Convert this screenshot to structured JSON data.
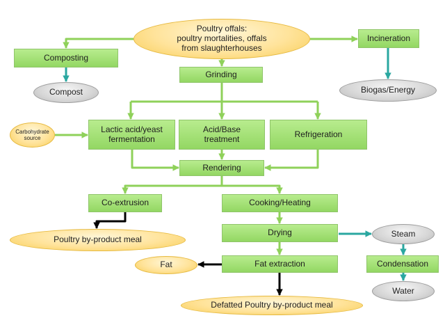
{
  "nodes": {
    "poultry_offals": "Poultry offals:\npoultry mortalities, offals\nfrom slaughterhouses",
    "composting": "Composting",
    "compost": "Compost",
    "incineration": "Incineration",
    "biogas": "Biogas/Energy",
    "grinding": "Grinding",
    "carb_source": "Carbohydrate\nsource",
    "lactic": "Lactic acid/yeast\nfermentation",
    "acid_base": "Acid/Base\ntreatment",
    "refrigeration": "Refrigeration",
    "rendering": "Rendering",
    "coextrusion": "Co-extrusion",
    "cooking": "Cooking/Heating",
    "poultry_meal": "Poultry by-product meal",
    "drying": "Drying",
    "steam": "Steam",
    "condensation": "Condensation",
    "water": "Water",
    "fat": "Fat",
    "fat_extraction": "Fat extraction",
    "defatted_meal": "Defatted Poultry by-product meal"
  },
  "colors": {
    "green_arrow": "#8fd15a",
    "teal_arrow": "#2aa7a0",
    "black_arrow": "#000000"
  }
}
